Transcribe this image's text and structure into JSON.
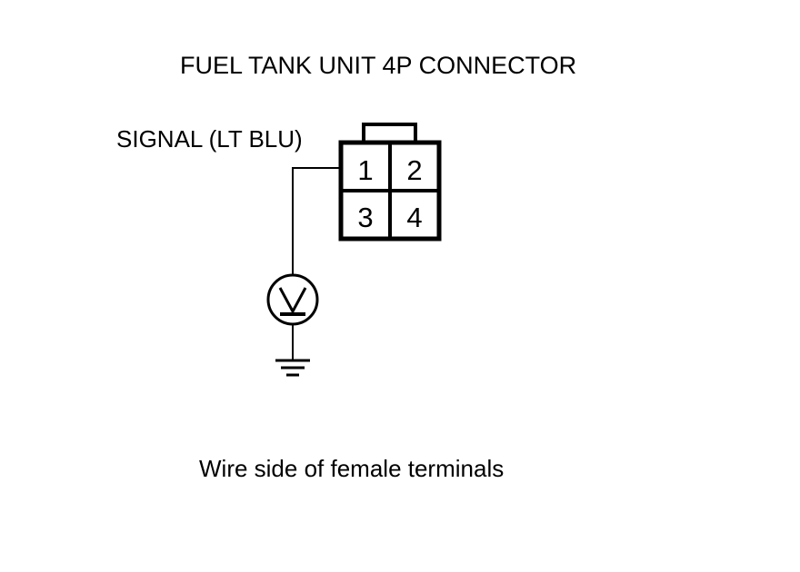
{
  "title": "FUEL TANK UNIT 4P CONNECTOR",
  "signal_label": "SIGNAL (LT BLU)",
  "connector": {
    "pins": [
      "1",
      "2",
      "3",
      "4"
    ]
  },
  "meter_symbol": "V",
  "caption": "Wire side of female terminals",
  "colors": {
    "line": "#000000",
    "background": "#ffffff"
  },
  "icons": [
    "voltmeter-icon",
    "ground-icon"
  ]
}
